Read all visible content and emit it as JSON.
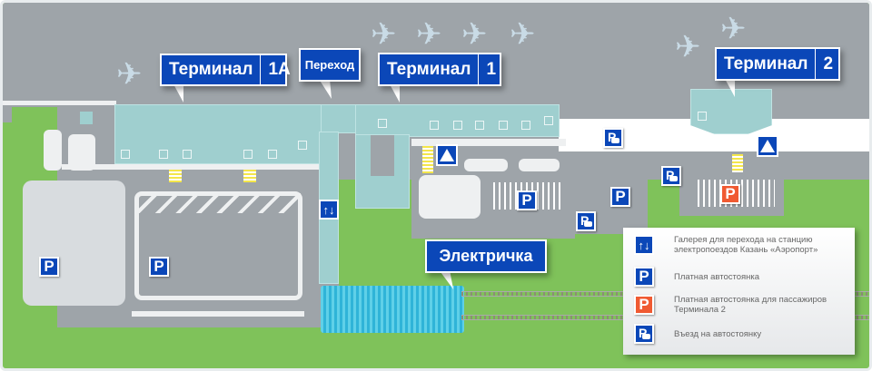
{
  "signs": {
    "terminal_1a": {
      "label": "Терминал",
      "number": "1А"
    },
    "transition": {
      "label": "Переход"
    },
    "terminal_1": {
      "label": "Терминал",
      "number": "1"
    },
    "terminal_2": {
      "label": "Терминал",
      "number": "2"
    },
    "train": {
      "label": "Электричка"
    }
  },
  "icons": {
    "parking": "P",
    "gallery": "↑↓"
  },
  "colors": {
    "sign_blue": "#0b47b8",
    "parking_orange": "#f05a32",
    "terminal": "#9fcfcf",
    "grass": "#7fc25a",
    "apron": "#9ea4a9"
  },
  "legend": [
    {
      "icon": "gallery-icon",
      "text": "Галерея для перехода на станцию электропоездов Казань «Аэропорт»"
    },
    {
      "icon": "parking-icon",
      "text": "Платная  автостоянка"
    },
    {
      "icon": "parking-orange-icon",
      "text": "Платная автостоянка для пассажиров Терминала 2"
    },
    {
      "icon": "parking-entrance-icon",
      "text": "Въезд на автостоянку"
    }
  ]
}
